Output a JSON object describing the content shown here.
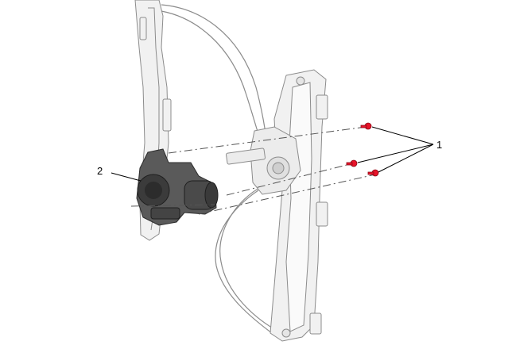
{
  "callouts": [
    {
      "number": "1",
      "part": "bolts"
    },
    {
      "number": "2",
      "part": "window-regulator-motor"
    }
  ],
  "colors": {
    "background": "#ffffff",
    "metal_fill": "#f1f1f1",
    "metal_stroke": "#8c8c8c",
    "motor_dark": "#2c2c2c",
    "motor_mid": "#5a5a5a",
    "bolt_red": "#e8142a",
    "leader": "#000000"
  }
}
